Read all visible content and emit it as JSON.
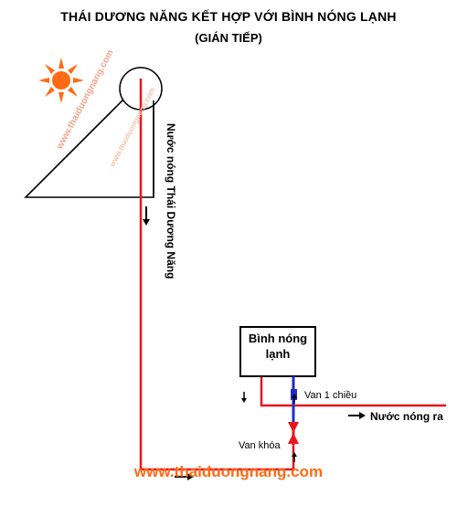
{
  "title": {
    "main": "THÁI DƯƠNG NĂNG KẾT HỢP VỚI BÌNH NÓNG LẠNH",
    "sub": "(GIÁN TIẾP)"
  },
  "labels": {
    "solar_hot_water": "Nước nóng Thái Dương Năng",
    "heater": "Bình nóng lạnh",
    "check_valve": "Van 1 chiều",
    "hot_water_out": "Nước nóng ra",
    "shutoff_valve": "Van khóa"
  },
  "watermark": "www.thaiduongnang.com",
  "website": "www.thaiduongnang.com",
  "colors": {
    "pipe": "#e8161b",
    "check_valve": "#1f2ec9",
    "shutoff_valve": "#e8161b",
    "sun": "#ff6a13",
    "website": "#ff6a13"
  },
  "icons": [
    "sun-icon",
    "arrow-icon"
  ]
}
